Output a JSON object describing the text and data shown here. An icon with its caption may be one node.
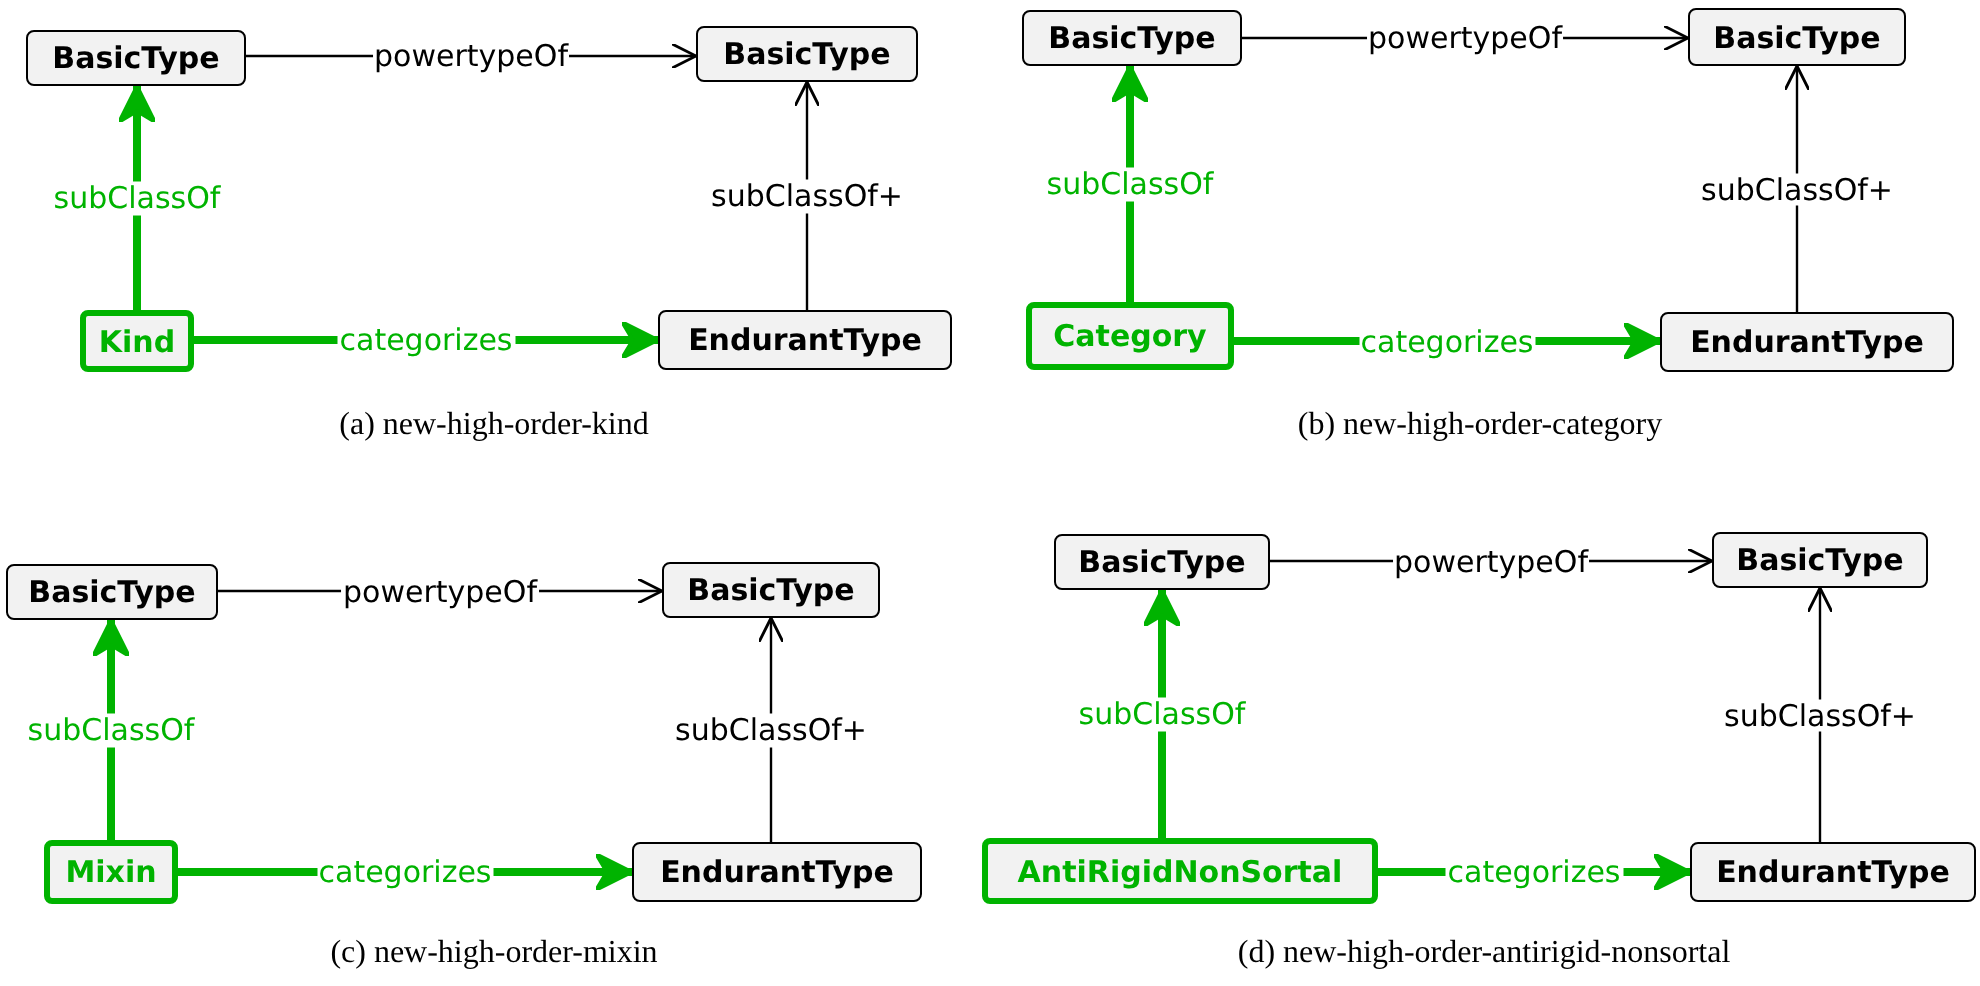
{
  "diagram": {
    "nodes": [
      {
        "text": [
          "BasicType"
        ]
      },
      {
        "text": [
          "BasicType"
        ]
      },
      {
        "text": [
          "Kind"
        ]
      },
      {
        "text": [
          "EndurantType"
        ]
      },
      {
        "text": [
          "BasicType"
        ]
      },
      {
        "text": [
          "BasicType"
        ]
      },
      {
        "text": [
          "Category"
        ]
      },
      {
        "text": [
          "EndurantType"
        ]
      },
      {
        "text": [
          "BasicType"
        ]
      },
      {
        "text": [
          "BasicType"
        ]
      },
      {
        "text": [
          "Mixin"
        ]
      },
      {
        "text": [
          "EndurantType"
        ]
      },
      {
        "text": [
          "BasicType"
        ]
      },
      {
        "text": [
          "BasicType"
        ]
      },
      {
        "text": [
          "AntiRigidNonSortal"
        ]
      },
      {
        "text": [
          "EndurantType"
        ]
      }
    ],
    "edges": [
      {
        "from": 0,
        "to": 1,
        "arrow": "to",
        "label": "powertypeOf"
      },
      {
        "from": 2,
        "to": 0,
        "arrow": "to",
        "label": "subClassOf",
        "style": "thick",
        "color": "#00b300"
      },
      {
        "from": 2,
        "to": 3,
        "arrow": "to",
        "label": "categorizes",
        "style": "thick",
        "color": "#00b300"
      },
      {
        "from": 3,
        "to": 1,
        "arrow": "to",
        "label": "subClassOf+"
      },
      {
        "from": 4,
        "to": 5,
        "arrow": "to",
        "label": "powertypeOf"
      },
      {
        "from": 6,
        "to": 4,
        "arrow": "to",
        "label": "subClassOf",
        "style": "thick",
        "color": "#00b300"
      },
      {
        "from": 6,
        "to": 7,
        "arrow": "to",
        "label": "categorizes",
        "style": "thick",
        "color": "#00b300"
      },
      {
        "from": 7,
        "to": 5,
        "arrow": "to",
        "label": "subClassOf+"
      },
      {
        "from": 8,
        "to": 9,
        "arrow": "to",
        "label": "powertypeOf"
      },
      {
        "from": 10,
        "to": 8,
        "arrow": "to",
        "label": "subClassOf",
        "style": "thick",
        "color": "#00b300"
      },
      {
        "from": 10,
        "to": 11,
        "arrow": "to",
        "label": "categorizes",
        "style": "thick",
        "color": "#00b300"
      },
      {
        "from": 11,
        "to": 9,
        "arrow": "to",
        "label": "subClassOf+"
      },
      {
        "from": 12,
        "to": 13,
        "arrow": "to",
        "label": "powertypeOf"
      },
      {
        "from": 14,
        "to": 12,
        "arrow": "to",
        "label": "subClassOf",
        "style": "thick",
        "color": "#00b300"
      },
      {
        "from": 14,
        "to": 15,
        "arrow": "to",
        "label": "categorizes",
        "style": "thick",
        "color": "#00b300"
      },
      {
        "from": 15,
        "to": 13,
        "arrow": "to",
        "label": "subClassOf+"
      }
    ],
    "labels": [
      "(a) new-high-order-kind",
      "(b) new-high-order-category",
      "(c) new-high-order-mixin",
      "(d) new-high-order-antirigid-nonsortal"
    ]
  }
}
